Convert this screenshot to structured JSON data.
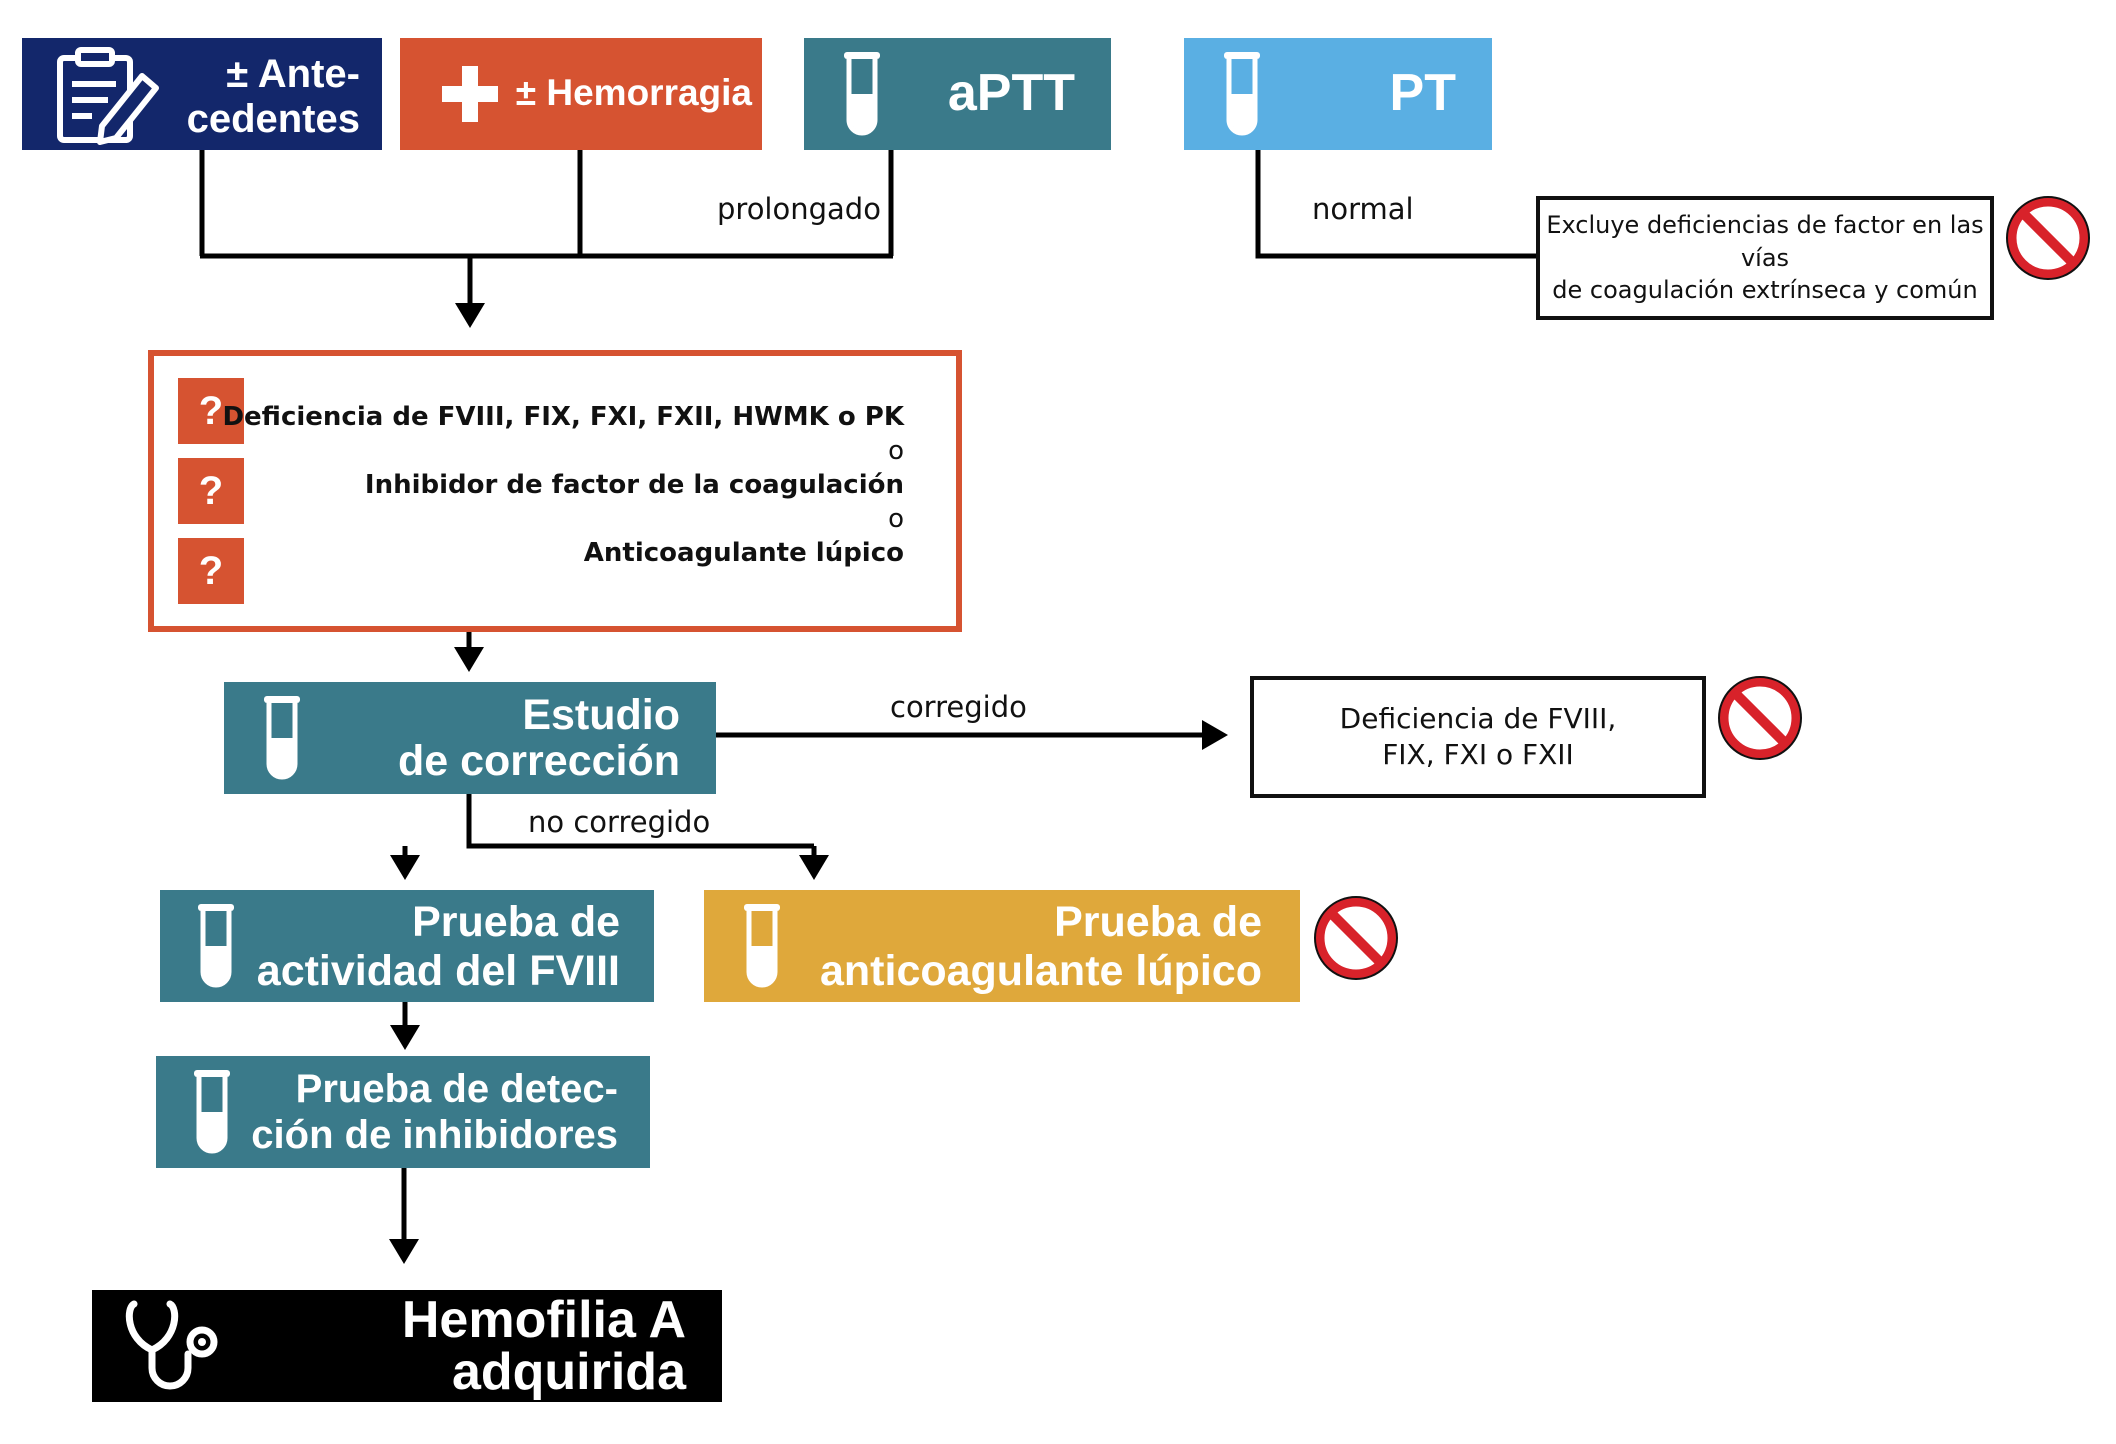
{
  "colors": {
    "navy": "#13276b",
    "orange": "#d65331",
    "teal": "#3a7a8a",
    "skyblue": "#5aafe3",
    "gold": "#dfa83b",
    "black": "#000000",
    "prohibit_red": "#d8222a"
  },
  "nodes": {
    "history": {
      "label_line1": "± Ante-",
      "label_line2": "cedentes",
      "icon": "clipboard-icon"
    },
    "bleeding": {
      "label": "± Hemorragia",
      "icon": "plus-icon"
    },
    "aptt": {
      "label": "aPTT",
      "icon": "test-tube-icon"
    },
    "pt": {
      "label": "PT",
      "icon": "test-tube-icon"
    },
    "mixing": {
      "label_line1": "Estudio",
      "label_line2": "de corrección",
      "icon": "test-tube-icon"
    },
    "fviii_activity": {
      "label_line1": "Prueba de",
      "label_line2": "actividad del FVIII",
      "icon": "test-tube-icon"
    },
    "lupus_test": {
      "label_line1": "Prueba de",
      "label_line2": "anticoagulante lúpico",
      "icon": "test-tube-icon"
    },
    "inhibitor_test": {
      "label_line1": "Prueba de detec-",
      "label_line2": "ción de inhibidores",
      "icon": "test-tube-icon"
    },
    "diagnosis": {
      "label_line1": "Hemofilia A",
      "label_line2": "adquirida",
      "icon": "stethoscope-icon"
    }
  },
  "edge_labels": {
    "prolonged": "prolongado",
    "normal": "normal",
    "corrected": "corregido",
    "not_corrected": "no corregido"
  },
  "differential": {
    "question_mark": "?",
    "items": [
      "Deficiencia de FVIII, FIX, FXI, FXII, HWMK o PK",
      "Inhibidor de factor de la coagulación",
      "Anticoagulante lúpico"
    ],
    "separator": "o"
  },
  "outcomes": {
    "pt_normal": {
      "line1": "Excluye deficiencias de factor en las vías",
      "line2": "de coagulación extrínseca y común"
    },
    "corrected": {
      "line1": "Deficiencia de FVIII,",
      "line2": "FIX, FXI o FXII"
    }
  }
}
